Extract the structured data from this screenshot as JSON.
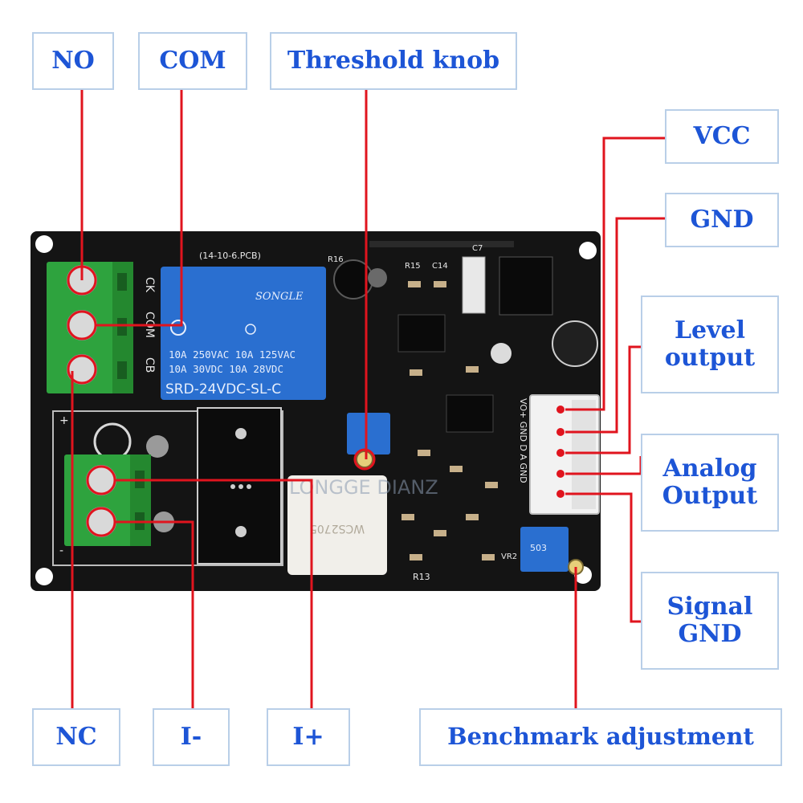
{
  "labels": {
    "no": "NO",
    "com": "COM",
    "threshold_knob": "Threshold knob",
    "vcc": "VCC",
    "gnd": "GND",
    "level_output_1": "Level",
    "level_output_2": "output",
    "analog_output_1": "Analog",
    "analog_output_2": "Output",
    "signal_gnd_1": "Signal",
    "signal_gnd_2": "GND",
    "nc": "NC",
    "i_minus": "I-",
    "i_plus": "I+",
    "benchmark_adjustment": "Benchmark adjustment"
  },
  "board": {
    "relay_brand": "SONGLE",
    "relay_model": "SRD-24VDC-SL-C",
    "relay_spec_1": "10A 250VAC  10A 125VAC",
    "relay_spec_2": "10A  30VDC  10A  28VDC",
    "pcb_code": "(14-10-6.PCB)",
    "terminal_ck": "CK",
    "terminal_com": "COM",
    "terminal_cb": "CB",
    "header_pins": "VO+ GND D A GND",
    "sensor_text": "WCS2705",
    "watermark": "LONGGE DIANZ",
    "pot_text": "503",
    "vr2": "VR2",
    "r13": "R13",
    "r16": "R16",
    "r15": "R15",
    "c14": "C14",
    "c7": "C7"
  },
  "colors": {
    "label_text": "#1d55d6",
    "label_border": "#b9cfe8",
    "leader_line": "#e0141e",
    "pcb": "#141414",
    "relay": "#2a6fd0",
    "terminal": "#2ea33e"
  }
}
